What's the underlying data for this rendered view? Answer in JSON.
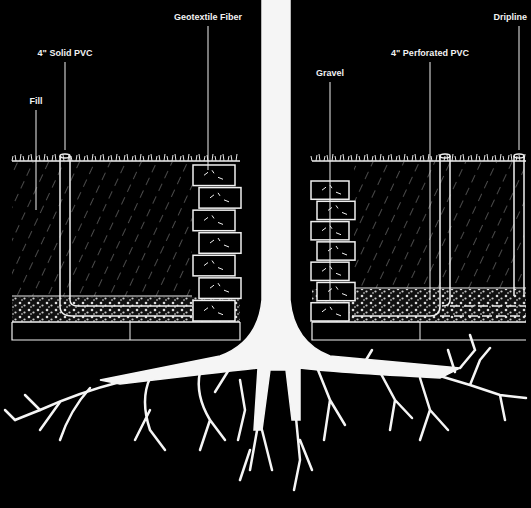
{
  "diagram": {
    "labels": [
      "Fill",
      "4\" Solid PVC",
      "Geotextile Fiber",
      "Gravel",
      "4\" Perforated PVC",
      "Dripline"
    ]
  }
}
